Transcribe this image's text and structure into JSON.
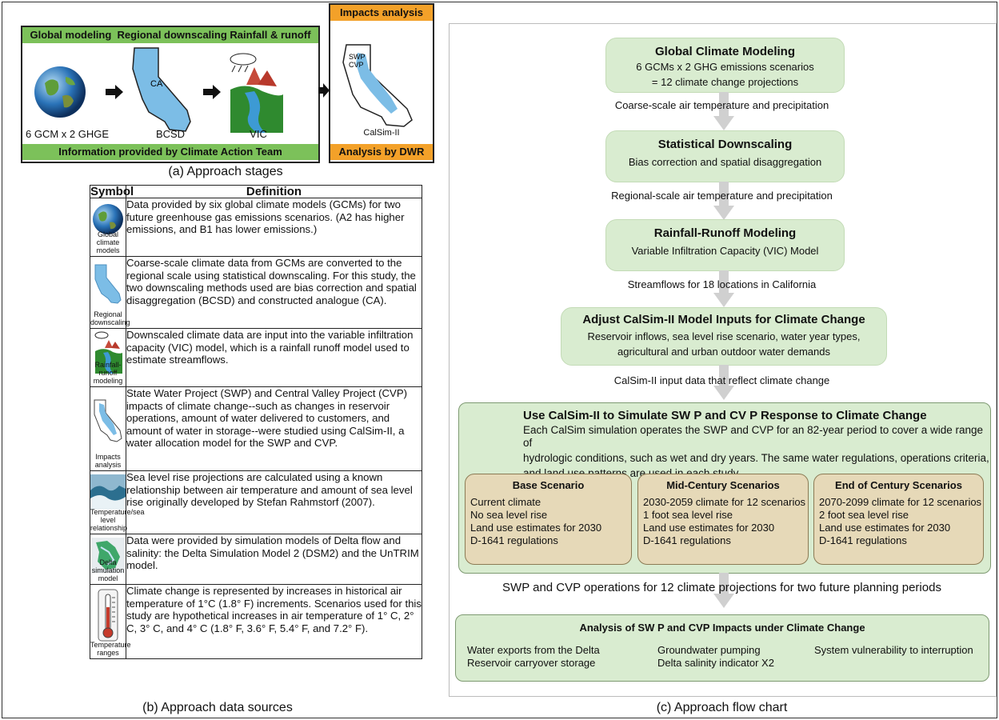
{
  "stages": {
    "band_global": "Global modeling",
    "band_regional": "Regional downscaling",
    "band_rainfall": "Rainfall & runoff",
    "band_impacts": "Impacts analysis",
    "footer_cat": "Information provided by Climate Action Team",
    "footer_dwr": "Analysis by DWR",
    "labels": [
      "6 GCM x 2 GHGE",
      "BCSD",
      "VIC",
      "CalSim-II"
    ],
    "map_ca": "CA",
    "map_swp": "SWP",
    "map_cvp": "CVP",
    "caption": "(a) Approach stages"
  },
  "table": {
    "header_symbol": "Symbol",
    "header_definition": "Definition",
    "rows": [
      {
        "symbol": "Global climate models",
        "definition": "Data provided by six global climate models (GCMs) for two future greenhouse gas emissions scenarios. (A2 has higher emissions, and B1 has lower emissions.)"
      },
      {
        "symbol": "Regional downscaling",
        "definition": "Coarse-scale climate data from GCMs are converted to the regional scale using statistical downscaling. For this study, the two downscaling methods used are bias correction and spatial disaggregation (BCSD) and constructed analogue (CA)."
      },
      {
        "symbol": "Rainfall-runoff modeling",
        "definition": "Downscaled climate data are input into the variable infiltration capacity (VIC) model, which is a rainfall runoff model used to estimate streamflows."
      },
      {
        "symbol": "Impacts analysis",
        "definition": "State Water Project (SWP) and Central Valley Project (CVP) impacts of climate change--such as changes in reservoir operations, amount of water delivered to customers, and amount of water in storage--were studied using CalSim-II, a water allocation model for the SWP and CVP."
      },
      {
        "symbol": "Temperature/sea level relationship",
        "definition": "Sea level rise projections are calculated using a known relationship between air temperature and amount of sea level rise originally developed by Stefan Rahmstorf (2007)."
      },
      {
        "symbol": "Delta simulation model",
        "definition": "Data were provided by simulation models of Delta flow and salinity: the Delta Simulation Model 2 (DSM2) and the UnTRIM model."
      },
      {
        "symbol": "Temperature ranges",
        "definition": "Climate change is represented by increases in historical air temperature of 1°C (1.8° F) increments. Scenarios used for this study are hypothetical increases in air temperature of 1° C, 2° C, 3° C, and 4° C (1.8° F, 3.6° F, 5.4° F, and 7.2° F)."
      }
    ],
    "caption": "(b) Approach data sources"
  },
  "flow": {
    "box1_title": "Global Climate Modeling",
    "box1_line1": "6 GCMs  x 2 GHG emissions scenarios",
    "box1_line2": "= 12 climate change projections",
    "label1": "Coarse-scale air temperature and precipitation",
    "box2_title": "Statistical Downscaling",
    "box2_line1": "Bias correction and spatial disaggregation",
    "label2": "Regional-scale air temperature and precipitation",
    "box3_title": "Rainfall-Runoff Modeling",
    "box3_line1": "Variable Infiltration Capacity (VIC) Model",
    "label3": "Streamflows for 18 locations in California",
    "box4_title": "Adjust CalSim-II Model Inputs for Climate Change",
    "box4_line1": "Reservoir inflows, sea level rise scenario, water year types,",
    "box4_line2": "agricultural and urban outdoor water demands",
    "label4": "CalSim-II input data that reflect climate change",
    "box5_title": "Use CalSim-II  to Simulate SW P and CV P Response to Climate Change",
    "box5_line1": "Each CalSim simulation operates the SWP and CVP for an 82-year period to cover a wide range of",
    "box5_line2": "hydrologic conditions, such as wet and dry years. The same water regulations, operations criteria,",
    "box5_line3": "and land use patterns are used in each study.",
    "scenarios": [
      {
        "title": "Base Scenario",
        "lines": [
          "Current climate",
          "No sea level rise",
          "Land use estimates for 2030",
          "D-1641 regulations"
        ]
      },
      {
        "title": "Mid-Century Scenarios",
        "lines": [
          "2030-2059 climate for 12 scenarios",
          "1 foot sea level rise",
          "Land use estimates for 2030",
          "D-1641 regulations"
        ]
      },
      {
        "title": "End of Century Scenarios",
        "lines": [
          "2070-2099 climate for 12 scenarios",
          "2 foot sea level rise",
          "Land use estimates for 2030",
          "D-1641 regulations"
        ]
      }
    ],
    "label5": "SWP and CVP operations for 12 climate projections for two future planning periods",
    "box6_title": "Analysis of SW P and CVP Impacts under Climate Change",
    "impacts": [
      "Water exports from the Delta",
      "Reservoir carryover storage",
      "Groundwater pumping",
      "Delta salinity indicator X2",
      "System vulnerability to interruption"
    ],
    "caption": "(c) Approach flow chart"
  }
}
